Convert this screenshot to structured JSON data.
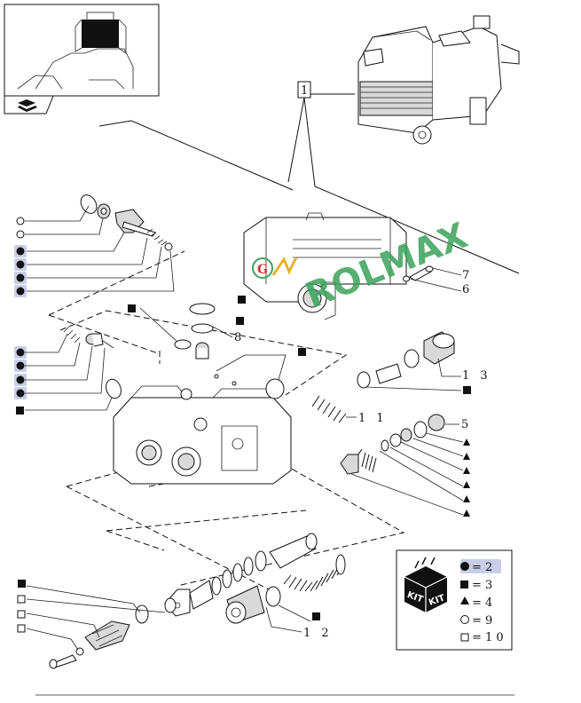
{
  "callouts": {
    "c1": "1",
    "c5": "5",
    "c6": "6",
    "c7": "7",
    "c8": "8",
    "c11": "1 1",
    "c12": "1 2",
    "c13": "1 3"
  },
  "watermark": {
    "text": "ROLMAX",
    "color": "#3aa35a",
    "logo_letter": "G"
  },
  "kit": {
    "label_a": "KIT",
    "label_b": "KIT"
  },
  "legend": [
    {
      "symbol": "filled-circle",
      "value": "= 2"
    },
    {
      "symbol": "filled-square",
      "value": "= 3"
    },
    {
      "symbol": "filled-triangle",
      "value": "= 4"
    },
    {
      "symbol": "open-circle",
      "value": "= 9"
    },
    {
      "symbol": "open-square",
      "value": "= 1 0"
    }
  ],
  "colors": {
    "highlight": "#c9cde8",
    "ink": "#111111"
  }
}
